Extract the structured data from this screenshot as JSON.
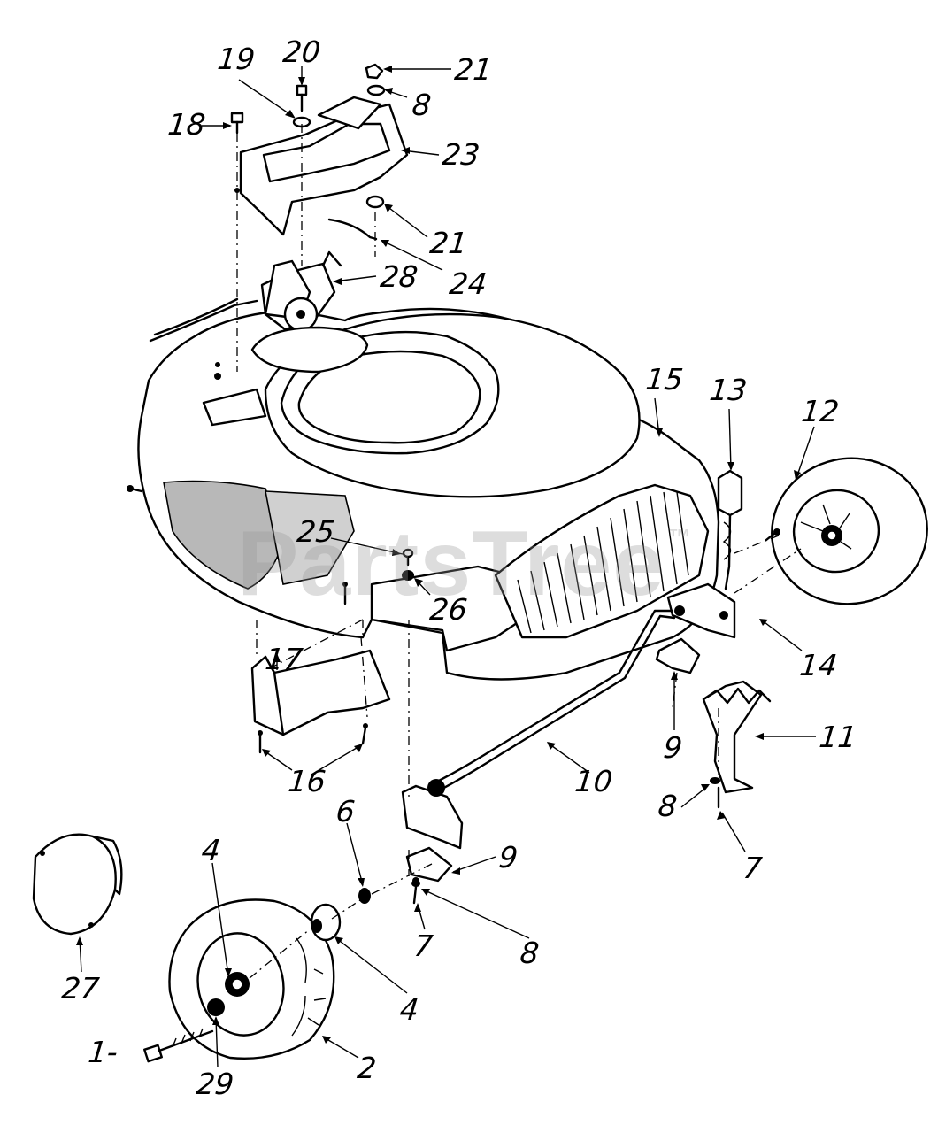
{
  "watermark": {
    "text": "PartsTree",
    "mark": "™"
  },
  "callouts": [
    {
      "key": "c19",
      "text": "19"
    },
    {
      "key": "c20",
      "text": "20"
    },
    {
      "key": "c21a",
      "text": "21"
    },
    {
      "key": "c8a",
      "text": "8"
    },
    {
      "key": "c18",
      "text": "18"
    },
    {
      "key": "c23",
      "text": "23"
    },
    {
      "key": "c21b",
      "text": "21"
    },
    {
      "key": "c28",
      "text": "28"
    },
    {
      "key": "c24",
      "text": "24"
    },
    {
      "key": "c15",
      "text": "15"
    },
    {
      "key": "c13",
      "text": "13"
    },
    {
      "key": "c12",
      "text": "12"
    },
    {
      "key": "c25",
      "text": "25"
    },
    {
      "key": "c26",
      "text": "26"
    },
    {
      "key": "c14",
      "text": "14"
    },
    {
      "key": "c17",
      "text": "17"
    },
    {
      "key": "c9a",
      "text": "9"
    },
    {
      "key": "c11",
      "text": "11"
    },
    {
      "key": "c10",
      "text": "10"
    },
    {
      "key": "c16",
      "text": "16"
    },
    {
      "key": "c8b",
      "text": "8"
    },
    {
      "key": "c7a",
      "text": "7"
    },
    {
      "key": "c6",
      "text": "6"
    },
    {
      "key": "c4a",
      "text": "4"
    },
    {
      "key": "c9b",
      "text": "9"
    },
    {
      "key": "c7b",
      "text": "7"
    },
    {
      "key": "c8c",
      "text": "8"
    },
    {
      "key": "c27",
      "text": "27"
    },
    {
      "key": "c4b",
      "text": "4"
    },
    {
      "key": "c1",
      "text": "1-"
    },
    {
      "key": "c29",
      "text": "29"
    },
    {
      "key": "c2",
      "text": "2"
    }
  ]
}
